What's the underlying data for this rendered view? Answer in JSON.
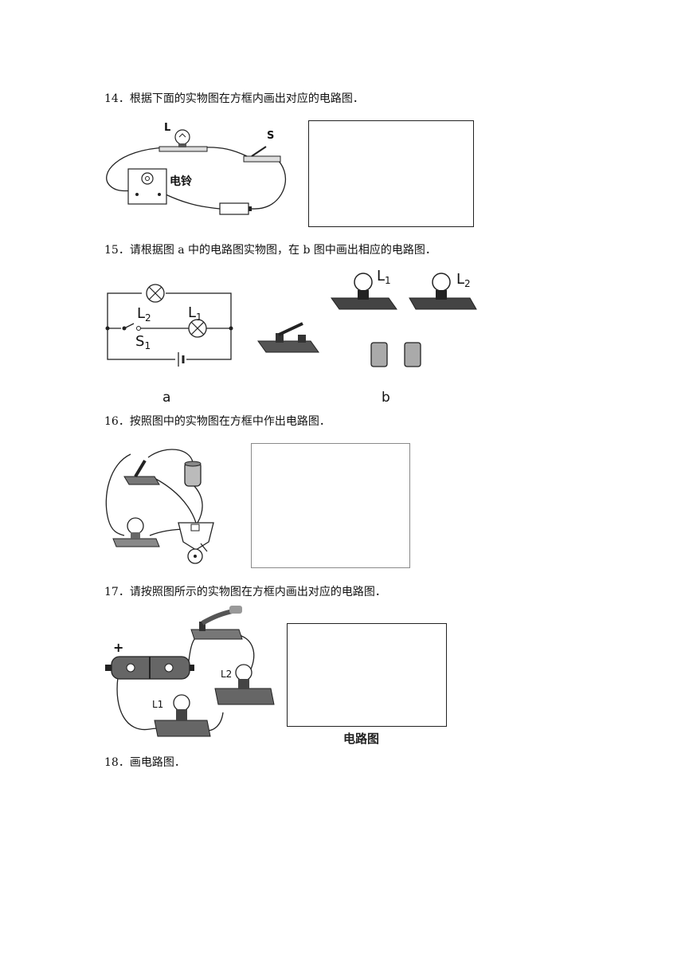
{
  "questions": [
    {
      "text": "14．根据下面的实物图在方框内画出对应的电路图．",
      "labels": {
        "lamp": "L",
        "switch": "S",
        "bell": "电铃"
      }
    },
    {
      "text": "15．请根据图 a 中的电路图实物图，在 b 图中画出相应的电路图．",
      "labels": {
        "l2": "L",
        "l2_sub": "2",
        "l1": "L",
        "l1_sub": "1",
        "s1": "S",
        "s1_sub": "1",
        "fig_a": "a",
        "fig_b": "b",
        "b_l1": "L",
        "b_l1_sub": "1",
        "b_l2": "L",
        "b_l2_sub": "2"
      }
    },
    {
      "text": "16．按照图中的实物图在方框中作出电路图．"
    },
    {
      "text": "17．请按照图所示的实物图在方框内画出对应的电路图．",
      "labels": {
        "plus": "+",
        "l1": "L1",
        "l2": "L2",
        "box_caption": "电路图"
      }
    },
    {
      "text": "18．画电路图．"
    }
  ]
}
